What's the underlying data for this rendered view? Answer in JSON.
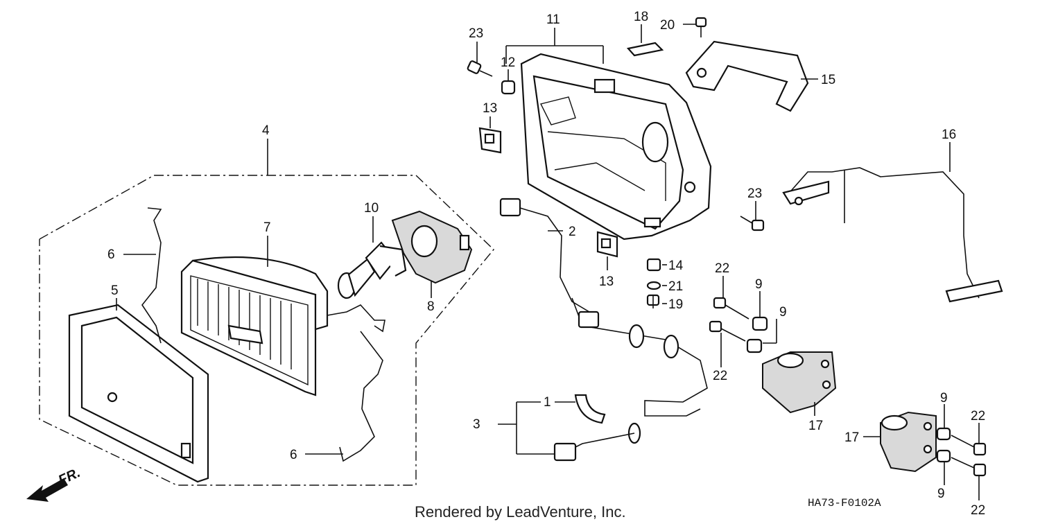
{
  "callouts": {
    "c1": "1",
    "c2": "2",
    "c3": "3",
    "c4": "4",
    "c5": "5",
    "c6a": "6",
    "c6b": "6",
    "c7": "7",
    "c8": "8",
    "c9a": "9",
    "c9b": "9",
    "c9c": "9",
    "c9d": "9",
    "c10": "10",
    "c11": "11",
    "c12": "12",
    "c13a": "13",
    "c13b": "13",
    "c14": "14",
    "c15": "15",
    "c16": "16",
    "c17a": "17",
    "c17b": "17",
    "c18": "18",
    "c19": "19",
    "c20": "20",
    "c21": "21",
    "c22a": "22",
    "c22b": "22",
    "c22c": "22",
    "c22d": "22",
    "c23a": "23",
    "c23b": "23"
  },
  "front_marker": "FR.",
  "footer_credit": "Rendered by LeadVenture, Inc.",
  "diagram_code": "HA73-F0102A"
}
